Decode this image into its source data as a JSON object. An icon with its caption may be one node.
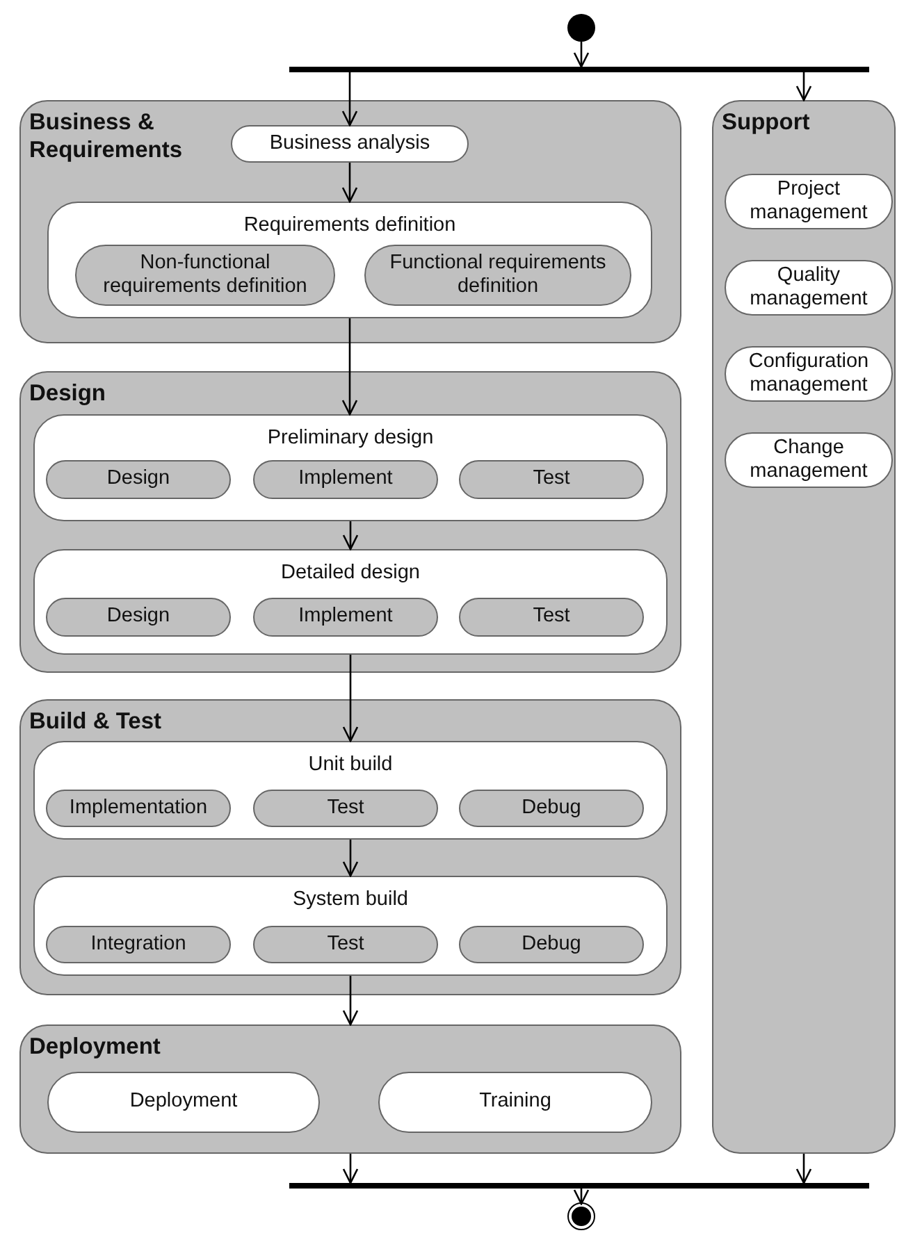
{
  "diagram": {
    "nodes": [
      {
        "text": [],
        "shape": "circle"
      },
      {
        "text": [],
        "shape": "bar"
      },
      {
        "text": [
          "Business & Requirements"
        ]
      },
      {
        "text": [
          "Business analysis"
        ],
        "in": 2
      },
      {
        "text": [
          "Requirements definition"
        ],
        "in": 2
      },
      {
        "text": [
          "Non-functional requirements definition"
        ],
        "in": 4
      },
      {
        "text": [
          "Functional requirements definition"
        ],
        "in": 4
      },
      {
        "text": [
          "Support"
        ]
      },
      {
        "text": [
          "Project management"
        ],
        "in": 7
      },
      {
        "text": [
          "Quality management"
        ],
        "in": 7
      },
      {
        "text": [
          "Configuration management"
        ],
        "in": 7
      },
      {
        "text": [
          "Change management"
        ],
        "in": 7
      },
      {
        "text": [
          "Design"
        ]
      },
      {
        "text": [
          "Preliminary design"
        ],
        "in": 12
      },
      {
        "text": [
          "Design"
        ],
        "in": 13
      },
      {
        "text": [
          "Implement"
        ],
        "in": 13
      },
      {
        "text": [
          "Test"
        ],
        "in": 13
      },
      {
        "text": [
          "Detailed design"
        ],
        "in": 12
      },
      {
        "text": [
          "Design"
        ],
        "in": 17
      },
      {
        "text": [
          "Implement"
        ],
        "in": 17
      },
      {
        "text": [
          "Test"
        ],
        "in": 17
      },
      {
        "text": [
          "Build & Test"
        ]
      },
      {
        "text": [
          "Unit build"
        ],
        "in": 21
      },
      {
        "text": [
          "Implementation"
        ],
        "in": 22
      },
      {
        "text": [
          "Test"
        ],
        "in": 22
      },
      {
        "text": [
          "Debug"
        ],
        "in": 22
      },
      {
        "text": [
          "System build"
        ],
        "in": 21
      },
      {
        "text": [
          "Integration"
        ],
        "in": 26
      },
      {
        "text": [
          "Test"
        ],
        "in": 26
      },
      {
        "text": [
          "Debug"
        ],
        "in": 26
      },
      {
        "text": [
          "Deployment"
        ]
      },
      {
        "text": [
          "Deployment"
        ],
        "in": 30
      },
      {
        "text": [
          "Training"
        ],
        "in": 30
      },
      {
        "text": [],
        "shape": "bar"
      },
      {
        "text": [],
        "shape": "circle"
      }
    ],
    "edges": [
      {
        "from": 0,
        "to": 1,
        "arrow": "to"
      },
      {
        "from": 1,
        "to": 3,
        "arrow": "to"
      },
      {
        "from": 1,
        "to": 7,
        "arrow": "to"
      },
      {
        "from": 3,
        "to": 4,
        "arrow": "to"
      },
      {
        "from": 4,
        "to": 13,
        "arrow": "to"
      },
      {
        "from": 13,
        "to": 17,
        "arrow": "to"
      },
      {
        "from": 17,
        "to": 22,
        "arrow": "to"
      },
      {
        "from": 22,
        "to": 26,
        "arrow": "to"
      },
      {
        "from": 26,
        "to": 30,
        "arrow": "to"
      },
      {
        "from": 30,
        "to": 33,
        "arrow": "to"
      },
      {
        "from": 7,
        "to": 33,
        "arrow": "to"
      },
      {
        "from": 33,
        "to": 34,
        "arrow": "to"
      }
    ]
  }
}
